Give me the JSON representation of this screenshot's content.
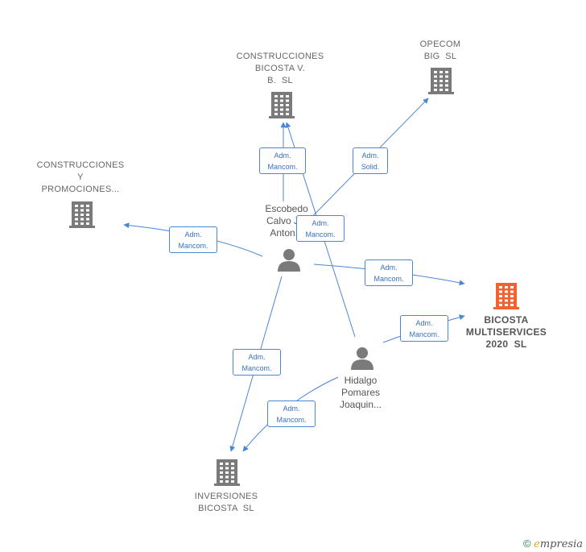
{
  "companies": [
    {
      "id": "construcciones_bicosta",
      "lines": [
        "CONSTRUCCIONES",
        "BICOSTA V.",
        "B.  SL"
      ],
      "main": false
    },
    {
      "id": "opecom",
      "lines": [
        "OPECOM",
        "BIG  SL"
      ],
      "main": false
    },
    {
      "id": "construcciones_promociones",
      "lines": [
        "CONSTRUCCIONES",
        "Y",
        "PROMOCIONES..."
      ],
      "main": false
    },
    {
      "id": "bicosta_multiservices",
      "lines": [
        "BICOSTA",
        "MULTISERVICES",
        "2020  SL"
      ],
      "main": true
    },
    {
      "id": "inversiones",
      "lines": [
        "INVERSIONES",
        "BICOSTA  SL"
      ],
      "main": false
    }
  ],
  "persons": [
    {
      "id": "escobedo",
      "lines": [
        "Escobedo",
        "Calvo J...",
        "Anton..."
      ]
    },
    {
      "id": "hidalgo",
      "lines": [
        "Hidalgo",
        "Pomares",
        "Joaquin..."
      ]
    }
  ],
  "edge_labels": [
    {
      "id": "e1",
      "lines": [
        "Adm.",
        "Mancom."
      ]
    },
    {
      "id": "e2",
      "lines": [
        "Adm.",
        "Solid."
      ]
    },
    {
      "id": "e3",
      "lines": [
        "Adm.",
        "Mancom."
      ]
    },
    {
      "id": "e4",
      "lines": [
        "Adm.",
        "Mancom."
      ]
    },
    {
      "id": "e5",
      "lines": [
        "Adm.",
        "Mancom."
      ]
    },
    {
      "id": "e6",
      "lines": [
        "Adm.",
        "Mancom."
      ]
    },
    {
      "id": "e7",
      "lines": [
        "Adm.",
        "Mancom."
      ]
    },
    {
      "id": "e8",
      "lines": [
        "Adm.",
        "Mancom."
      ]
    }
  ],
  "colors": {
    "edge": "#4a86d6",
    "building": "#7a7a7a",
    "building_main": "#f2622e",
    "person": "#7a7a7a"
  },
  "copyright": {
    "symbol": "©",
    "brand_initial": "e",
    "brand_rest": "mpresia"
  }
}
